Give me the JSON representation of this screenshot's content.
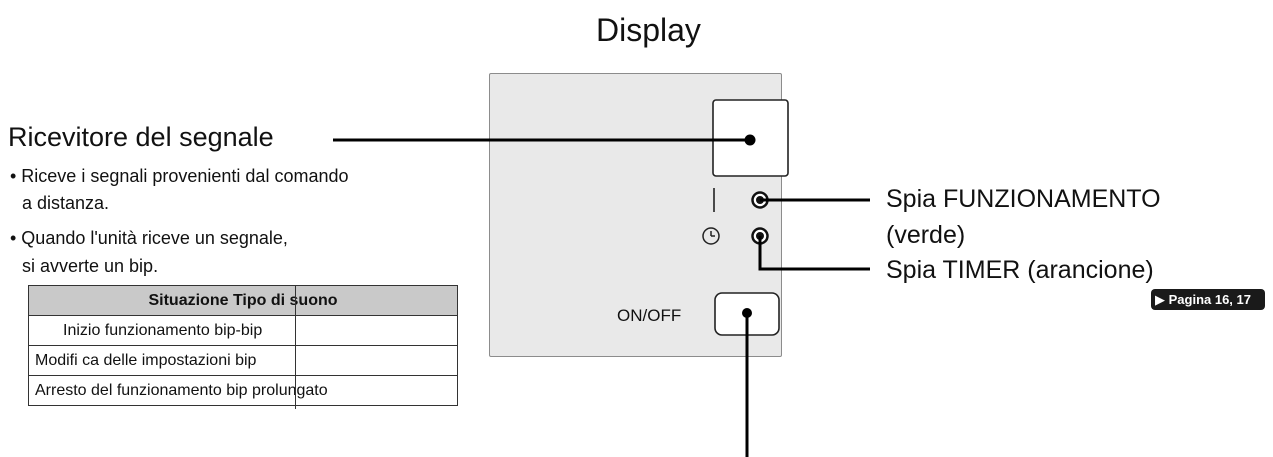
{
  "title": "Display",
  "receiver": {
    "title": "Ricevitore del segnale",
    "bullets": [
      [
        "• Riceve i segnali provenienti dal comando",
        "a distanza."
      ],
      [
        "• Quando l'unità riceve un segnale,",
        "si avverte un bip."
      ]
    ]
  },
  "table": {
    "header": "Situazione Tipo di suono",
    "rows": [
      "Inizio funzionamento bip-bip",
      "Modifi ca delle impostazioni bip",
      "Arresto del funzionamento bip prolungato"
    ]
  },
  "panel": {
    "onoff_label": "ON/OFF",
    "timer_icon": "clock-icon"
  },
  "labels": {
    "operation_line1": "Spia FUNZIONAMENTO",
    "operation_line2": "(verde)",
    "timer": "Spia TIMER (arancione)",
    "page_ref": "▶ Pagina 16, 17"
  }
}
